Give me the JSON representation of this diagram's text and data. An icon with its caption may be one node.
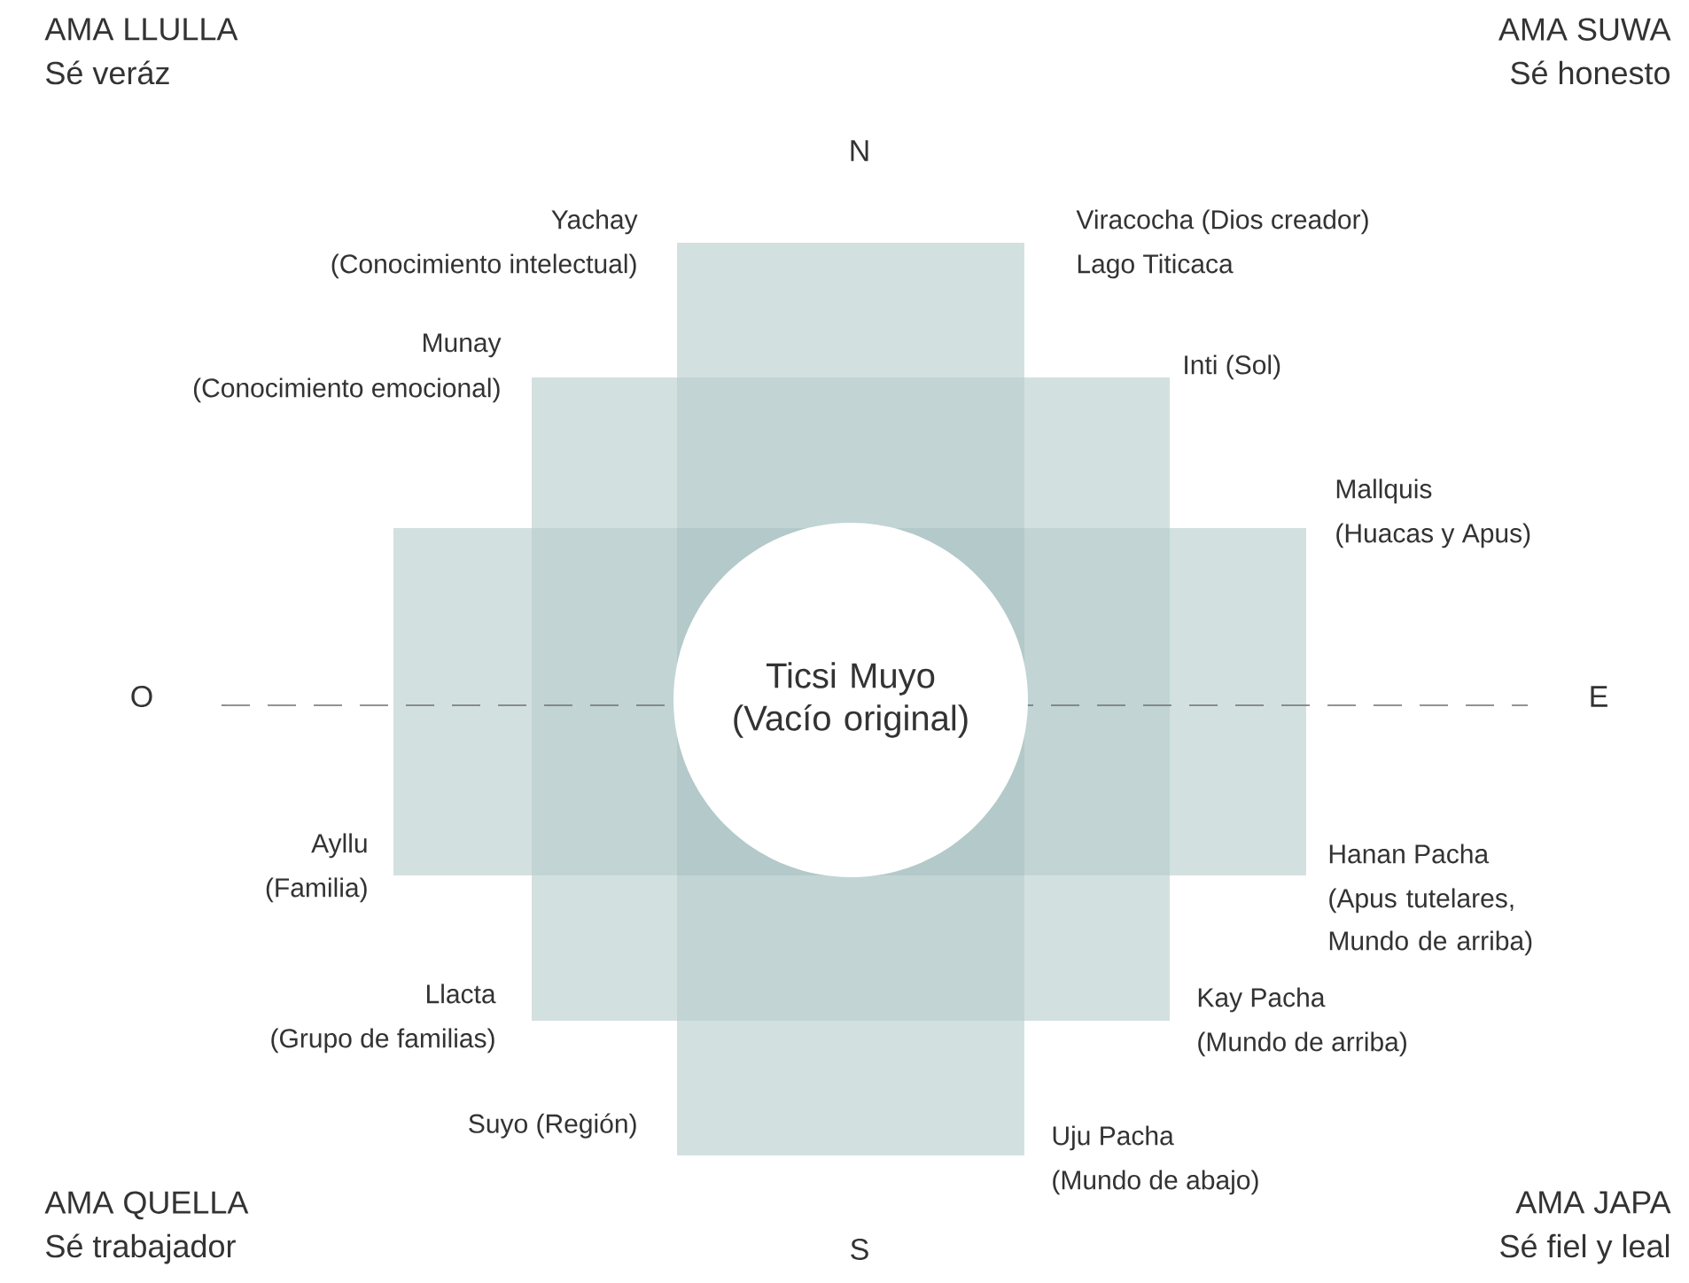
{
  "diagram": {
    "nodes": [
      {
        "text": [
          "Ticsi Muyo (Vacío original)"
        ]
      }
    ],
    "labels": [
      "AMA LLULLA",
      "Sé veráz",
      "AMA SUWA",
      "Sé honesto",
      "N",
      "Yachay",
      "(Conocimiento intelectual)",
      "Viracocha (Dios creador)",
      "Lago Titicaca",
      "Munay",
      "(Conocimiento emocional)",
      "Inti (Sol)",
      "Mallquis",
      "(Huacas y Apus)",
      "O",
      "E",
      "Ayllu",
      "(Familia)",
      "Hanan Pacha",
      "(Apus tutelares, Mundo de arriba)",
      "Llacta",
      "(Grupo de familias)",
      "Kay Pacha",
      "(Mundo de arriba)",
      "Suyo (Región)",
      "Uju Pacha",
      "(Mundo de abajo)",
      "AMA QUELLA",
      "Sé trabajador",
      "AMA JAPA",
      "Sé fiel y leal",
      "S"
    ]
  }
}
